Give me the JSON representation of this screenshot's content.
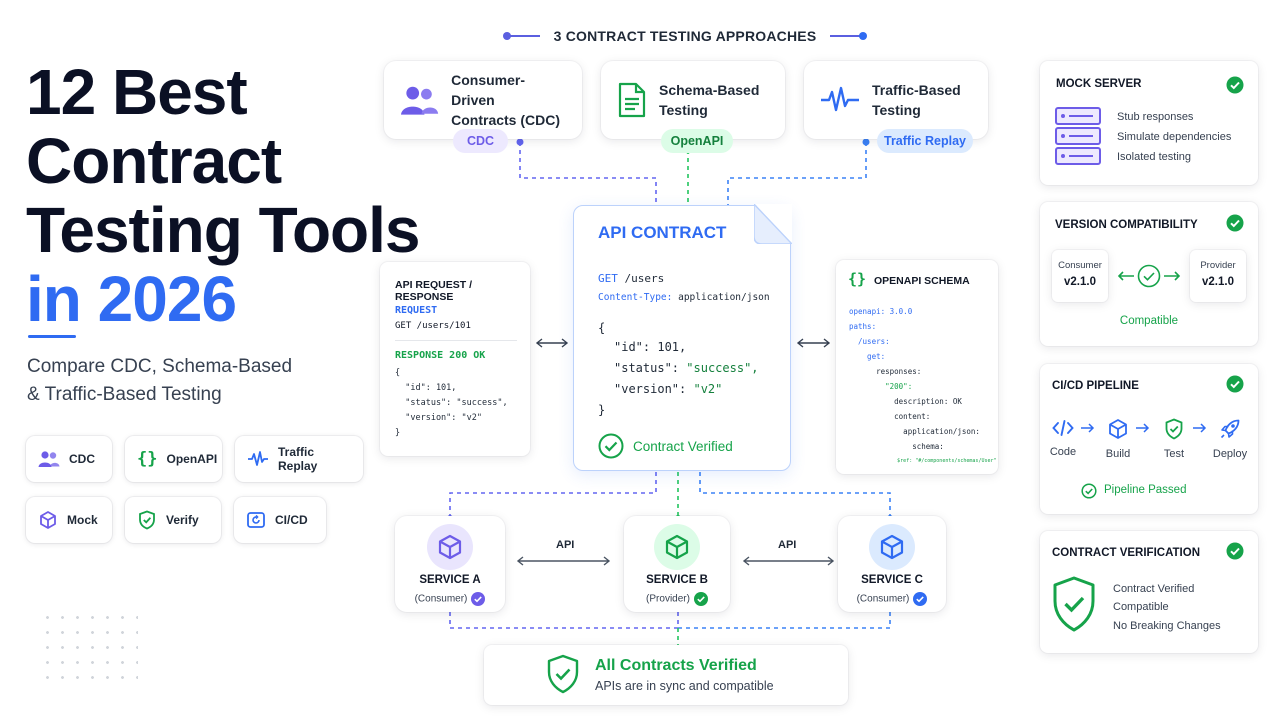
{
  "title": {
    "line1": "12 Best",
    "line2": "Contract",
    "line3": "Testing Tools",
    "line4": "in 2026"
  },
  "subtitle": {
    "line1": "Compare CDC, Schema-Based",
    "line2": "& Traffic-Based Testing"
  },
  "chips": [
    "CDC",
    "OpenAPI",
    "Traffic Replay",
    "Mock",
    "Verify",
    "CI/CD"
  ],
  "header": "3 CONTRACT TESTING APPROACHES",
  "approaches": [
    {
      "line1": "Consumer-Driven",
      "line2": "Contracts (CDC)",
      "pill": "CDC"
    },
    {
      "line1": "Schema-Based",
      "line2": "Testing",
      "pill": "OpenAPI"
    },
    {
      "line1": "Traffic-Based",
      "line2": "Testing",
      "pill": "Traffic Replay"
    }
  ],
  "request_panel": {
    "title": "API REQUEST / RESPONSE",
    "request_label": "REQUEST",
    "request_line": "GET /users/101",
    "response_label": "RESPONSE 200 OK",
    "body": [
      "{",
      "  \"id\": 101,",
      "  \"status\": \"success\",",
      "  \"version\": \"v2\"",
      "}"
    ]
  },
  "contract": {
    "title": "API CONTRACT",
    "method": "GET",
    "path": "/users",
    "ct_key": "Content-Type:",
    "ct_val": "application/json",
    "open": "{",
    "id_key": "\"id\":",
    "id_val": "101,",
    "status_key": "\"status\":",
    "status_val": "\"success\",",
    "version_key": "\"version\":",
    "version_val": "\"v2\"",
    "close": "}",
    "verified": "Contract Verified"
  },
  "schema_panel": {
    "title": "OPENAPI SCHEMA",
    "lines": [
      "openapi: 3.0.0",
      "paths:",
      "  /users:",
      "    get:",
      "      responses:",
      "        \"200\":",
      "          description: OK",
      "          content:",
      "            application/json:",
      "              schema:",
      "                $ref: \"#/components/schemas/User\""
    ]
  },
  "services": [
    {
      "name": "SERVICE A",
      "role": "(Consumer)"
    },
    {
      "name": "SERVICE B",
      "role": "(Provider)"
    },
    {
      "name": "SERVICE C",
      "role": "(Consumer)"
    }
  ],
  "api_label": "API",
  "all_verified": {
    "title": "All Contracts Verified",
    "sub": "APIs are in sync and compatible"
  },
  "mock_server": {
    "title": "MOCK SERVER",
    "items": [
      "Stub responses",
      "Simulate dependencies",
      "Isolated testing"
    ]
  },
  "version_compat": {
    "title": "VERSION COMPATIBILITY",
    "consumer_label": "Consumer",
    "consumer_ver": "v2.1.0",
    "provider_label": "Provider",
    "provider_ver": "v2.1.0",
    "status": "Compatible"
  },
  "cicd": {
    "title": "CI/CD PIPELINE",
    "steps": [
      "Code",
      "Build",
      "Test",
      "Deploy"
    ],
    "status": "Pipeline Passed"
  },
  "contract_verification": {
    "title": "CONTRACT VERIFICATION",
    "items": [
      "Contract Verified",
      "Compatible",
      "No Breaking Changes"
    ]
  },
  "colors": {
    "blue": "#2f6bf2",
    "purple": "#6d5ce8",
    "green": "#16a34a",
    "navy": "#0b1024",
    "dashed_purple": "#6366f1",
    "dashed_green": "#22c55e",
    "dashed_blue": "#3b82f6"
  }
}
